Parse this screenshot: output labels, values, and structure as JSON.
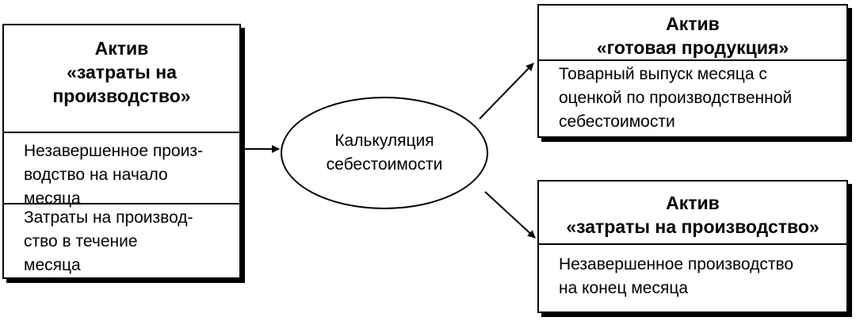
{
  "left_box": {
    "title_line1": "Актив",
    "title_line2": "«затраты на",
    "title_line3": "производство»",
    "section1": {
      "line1": "Незавершенное произ-",
      "line2": "водство на начало",
      "line3": "месяца"
    },
    "section2": {
      "line1": "Затраты на производ-",
      "line2": "ство в течение",
      "line3": "месяца"
    }
  },
  "center": {
    "line1": "Калькуляция",
    "line2": "себестоимости"
  },
  "top_right_box": {
    "title_line1": "Актив",
    "title_line2": "«готовая продукция»",
    "body": {
      "line1": "Товарный выпуск месяца с",
      "line2": "оценкой по производственной",
      "line3": "себестоимости"
    }
  },
  "bottom_right_box": {
    "title_line1": "Актив",
    "title_line2": "«затраты на производство»",
    "body": {
      "line1": "Незавершенное производство",
      "line2": "на конец месяца"
    }
  }
}
